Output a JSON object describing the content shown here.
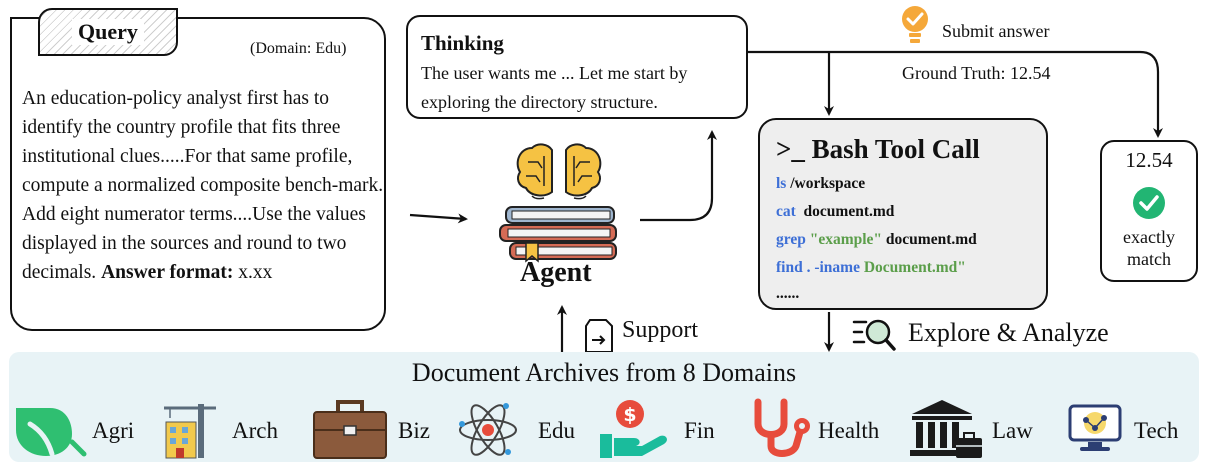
{
  "query": {
    "title": "Query",
    "domain": "(Domain: Edu)",
    "body": "An education-policy analyst first has to identify the country profile that fits three institutional clues.....For that same profile, compute a normalized composite bench-mark. Add eight numerator terms....Use the values displayed in the sources and round to two decimals.",
    "format_label": "Answer format:",
    "format_value": "x.xx"
  },
  "thinking": {
    "title": "Thinking",
    "body": "The user wants me ... Let me start by exploring the directory structure."
  },
  "agent": {
    "label": "Agent"
  },
  "bash": {
    "title": ">_ Bash Tool Call",
    "lines": [
      {
        "cmd": "ls",
        "args": "/workspace"
      },
      {
        "cmd": "cat",
        "args": "document.md"
      },
      {
        "cmd": "grep",
        "str": "\"example\"",
        "args": "document.md"
      },
      {
        "cmd": "find . -iname",
        "str": "Document.md\""
      },
      {
        "args": "......"
      }
    ]
  },
  "submit": {
    "label": "Submit answer"
  },
  "ground_truth": {
    "label": "Ground Truth: 12.54"
  },
  "match": {
    "value": "12.54",
    "label": "exactly match",
    "check_color": "#22b573"
  },
  "support": {
    "label": "Support"
  },
  "explore": {
    "label": "Explore & Analyze"
  },
  "archives": {
    "title": "Document Archives from 8 Domains",
    "domains": [
      {
        "label": "Agri",
        "icon": "leaf-icon"
      },
      {
        "label": "Arch",
        "icon": "crane-building-icon"
      },
      {
        "label": "Biz",
        "icon": "briefcase-icon"
      },
      {
        "label": "Edu",
        "icon": "atom-icon"
      },
      {
        "label": "Fin",
        "icon": "coin-hand-icon"
      },
      {
        "label": "Health",
        "icon": "stethoscope-icon"
      },
      {
        "label": "Law",
        "icon": "courthouse-icon"
      },
      {
        "label": "Tech",
        "icon": "monitor-icon"
      }
    ],
    "background": "#e8f3f6"
  }
}
